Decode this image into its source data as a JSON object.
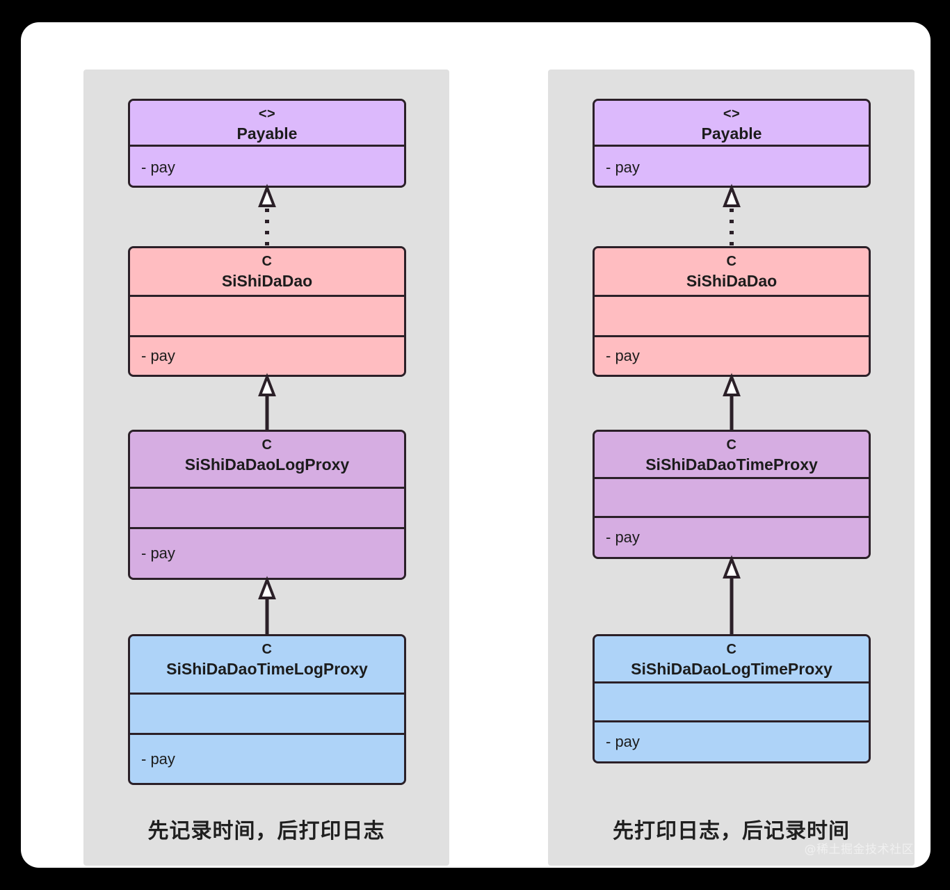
{
  "diagram": {
    "title_watermark": "@稀土掘金技术社区",
    "colors": {
      "background": "#000000",
      "card": "#ffffff",
      "panel": "#e0e0e0",
      "stroke": "#2b2028",
      "interface_fill": "#dcb9fc",
      "base_class_fill": "#ffbdc1",
      "proxy_fill": "#d6ade2",
      "outer_proxy_fill": "#aed3f8",
      "text": "#1c1c1c"
    },
    "panels": [
      {
        "id": "left",
        "caption": "先记录时间，后打印日志",
        "nodes": [
          {
            "stereotype": "<>",
            "name": "Payable",
            "attributes": [],
            "methods": [
              "- pay"
            ],
            "fill": "#dcb9fc",
            "kind": "interface"
          },
          {
            "stereotype": "C",
            "name": "SiShiDaDao",
            "attributes": [],
            "methods": [
              "- pay"
            ],
            "fill": "#ffbdc1",
            "kind": "class"
          },
          {
            "stereotype": "C",
            "name": "SiShiDaDaoLogProxy",
            "attributes": [],
            "methods": [
              "- pay"
            ],
            "fill": "#d6ade2",
            "kind": "class"
          },
          {
            "stereotype": "C",
            "name": "SiShiDaDaoTimeLogProxy",
            "attributes": [],
            "methods": [
              "- pay"
            ],
            "fill": "#aed3f8",
            "kind": "class"
          }
        ],
        "edges": [
          {
            "from": "SiShiDaDao",
            "to": "Payable",
            "type": "realization",
            "line": "dotted",
            "arrow": "hollow-triangle"
          },
          {
            "from": "SiShiDaDaoLogProxy",
            "to": "SiShiDaDao",
            "type": "generalization",
            "line": "solid",
            "arrow": "hollow-triangle"
          },
          {
            "from": "SiShiDaDaoTimeLogProxy",
            "to": "SiShiDaDaoLogProxy",
            "type": "generalization",
            "line": "solid",
            "arrow": "hollow-triangle"
          }
        ]
      },
      {
        "id": "right",
        "caption": "先打印日志，后记录时间",
        "nodes": [
          {
            "stereotype": "<>",
            "name": "Payable",
            "attributes": [],
            "methods": [
              "- pay"
            ],
            "fill": "#dcb9fc",
            "kind": "interface"
          },
          {
            "stereotype": "C",
            "name": "SiShiDaDao",
            "attributes": [],
            "methods": [
              "- pay"
            ],
            "fill": "#ffbdc1",
            "kind": "class"
          },
          {
            "stereotype": "C",
            "name": "SiShiDaDaoTimeProxy",
            "attributes": [],
            "methods": [
              "- pay"
            ],
            "fill": "#d6ade2",
            "kind": "class"
          },
          {
            "stereotype": "C",
            "name": "SiShiDaDaoLogTimeProxy",
            "attributes": [],
            "methods": [
              "- pay"
            ],
            "fill": "#aed3f8",
            "kind": "class"
          }
        ],
        "edges": [
          {
            "from": "SiShiDaDao",
            "to": "Payable",
            "type": "realization",
            "line": "dotted",
            "arrow": "hollow-triangle"
          },
          {
            "from": "SiShiDaDaoTimeProxy",
            "to": "SiShiDaDao",
            "type": "generalization",
            "line": "solid",
            "arrow": "hollow-triangle"
          },
          {
            "from": "SiShiDaDaoLogTimeProxy",
            "to": "SiShiDaDaoTimeProxy",
            "type": "generalization",
            "line": "solid",
            "arrow": "hollow-triangle"
          }
        ]
      }
    ]
  }
}
